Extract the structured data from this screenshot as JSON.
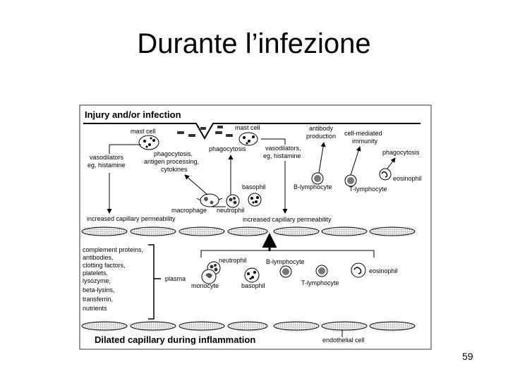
{
  "slide": {
    "title": "Durante l’infezione",
    "page_number": "59"
  },
  "figure": {
    "heading": "Injury and/or infection",
    "footer": "Dilated capillary during inflammation",
    "labels": {
      "mast_cell_left": "mast cell",
      "mast_cell_center": "mast cell",
      "vasodilators_left": [
        "vasodilators",
        "eg, histamine"
      ],
      "phagocytosis_multi": [
        "phagocytosis,",
        "antigen processing,",
        "cytokines"
      ],
      "phagocytosis_center": "phagocytosis",
      "vasodilators_center": [
        "vasodilators,",
        "eg, histamine"
      ],
      "antibody_production": [
        "antibody",
        "production"
      ],
      "cell_mediated_immunity": [
        "cell-mediated",
        "immunity"
      ],
      "phagocytosis_right": "phagocytosis",
      "eosinophil_top": "eosinophil",
      "basophil_top": "basophil",
      "b_lymphocyte_top": "B-lymphocyte",
      "t_lymphocyte_top": "T-lymphocyte",
      "macrophage": "macrophage",
      "neutrophil_top": "neutrophil",
      "increased_perm_left": "increased capillary permeability",
      "increased_perm_right": "increased capillary permeability",
      "plasma_items": [
        "complement proteins,",
        "antibodies,",
        "clotting factors,",
        "platelets,",
        "lysozyme,",
        "beta-lysins,",
        "transferrin,",
        "nutrients"
      ],
      "plasma": "plasma",
      "neutrophil_bottom": "neutrophil",
      "b_lymphocyte_bottom": "B-lymphocyte",
      "monocyte": "monocyte",
      "basophil_bottom": "basophil",
      "t_lymphocyte_bottom": "T-lymphocyte",
      "eosinophil_bottom": "eosinophil",
      "endothelial_cell": "endothelial cell"
    }
  }
}
